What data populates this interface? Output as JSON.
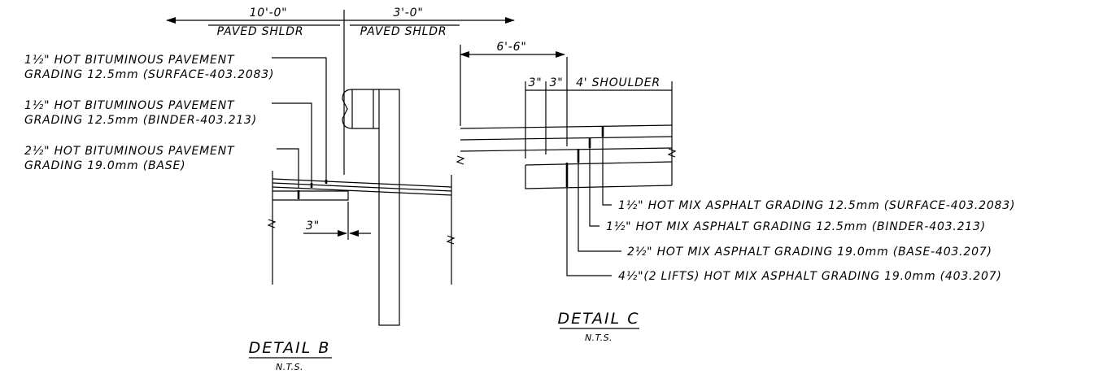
{
  "detail_b": {
    "title": "DETAIL B",
    "scale": "N.T.S.",
    "dim_paved_left": "10'-0\"",
    "dim_paved_left_label": "PAVED SHLDR",
    "dim_paved_right": "3'-0\"",
    "dim_paved_right_label": "PAVED SHLDR",
    "dim_offset": "3\"",
    "callouts": [
      {
        "line1": "1½\" HOT BITUMINOUS PAVEMENT",
        "line2": "GRADING 12.5mm (SURFACE-403.2083)"
      },
      {
        "line1": "1½\" HOT BITUMINOUS PAVEMENT",
        "line2": "GRADING 12.5mm (BINDER-403.213)"
      },
      {
        "line1": "2½\" HOT BITUMINOUS PAVEMENT",
        "line2": "GRADING 19.0mm (BASE)"
      }
    ]
  },
  "detail_c": {
    "title": "DETAIL C",
    "scale": "N.T.S.",
    "dim_overall": "6'-6\"",
    "dim_step1": "3\"",
    "dim_step2": "3\"",
    "dim_shoulder": "4' SHOULDER",
    "callouts": [
      "1½\" HOT MIX ASPHALT GRADING 12.5mm (SURFACE-403.2083)",
      "1½\" HOT MIX ASPHALT GRADING 12.5mm (BINDER-403.213)",
      "2½\" HOT MIX ASPHALT GRADING 19.0mm (BASE-403.207)",
      "4½\"(2 LIFTS) HOT MIX ASPHALT GRADING 19.0mm (403.207)"
    ]
  }
}
